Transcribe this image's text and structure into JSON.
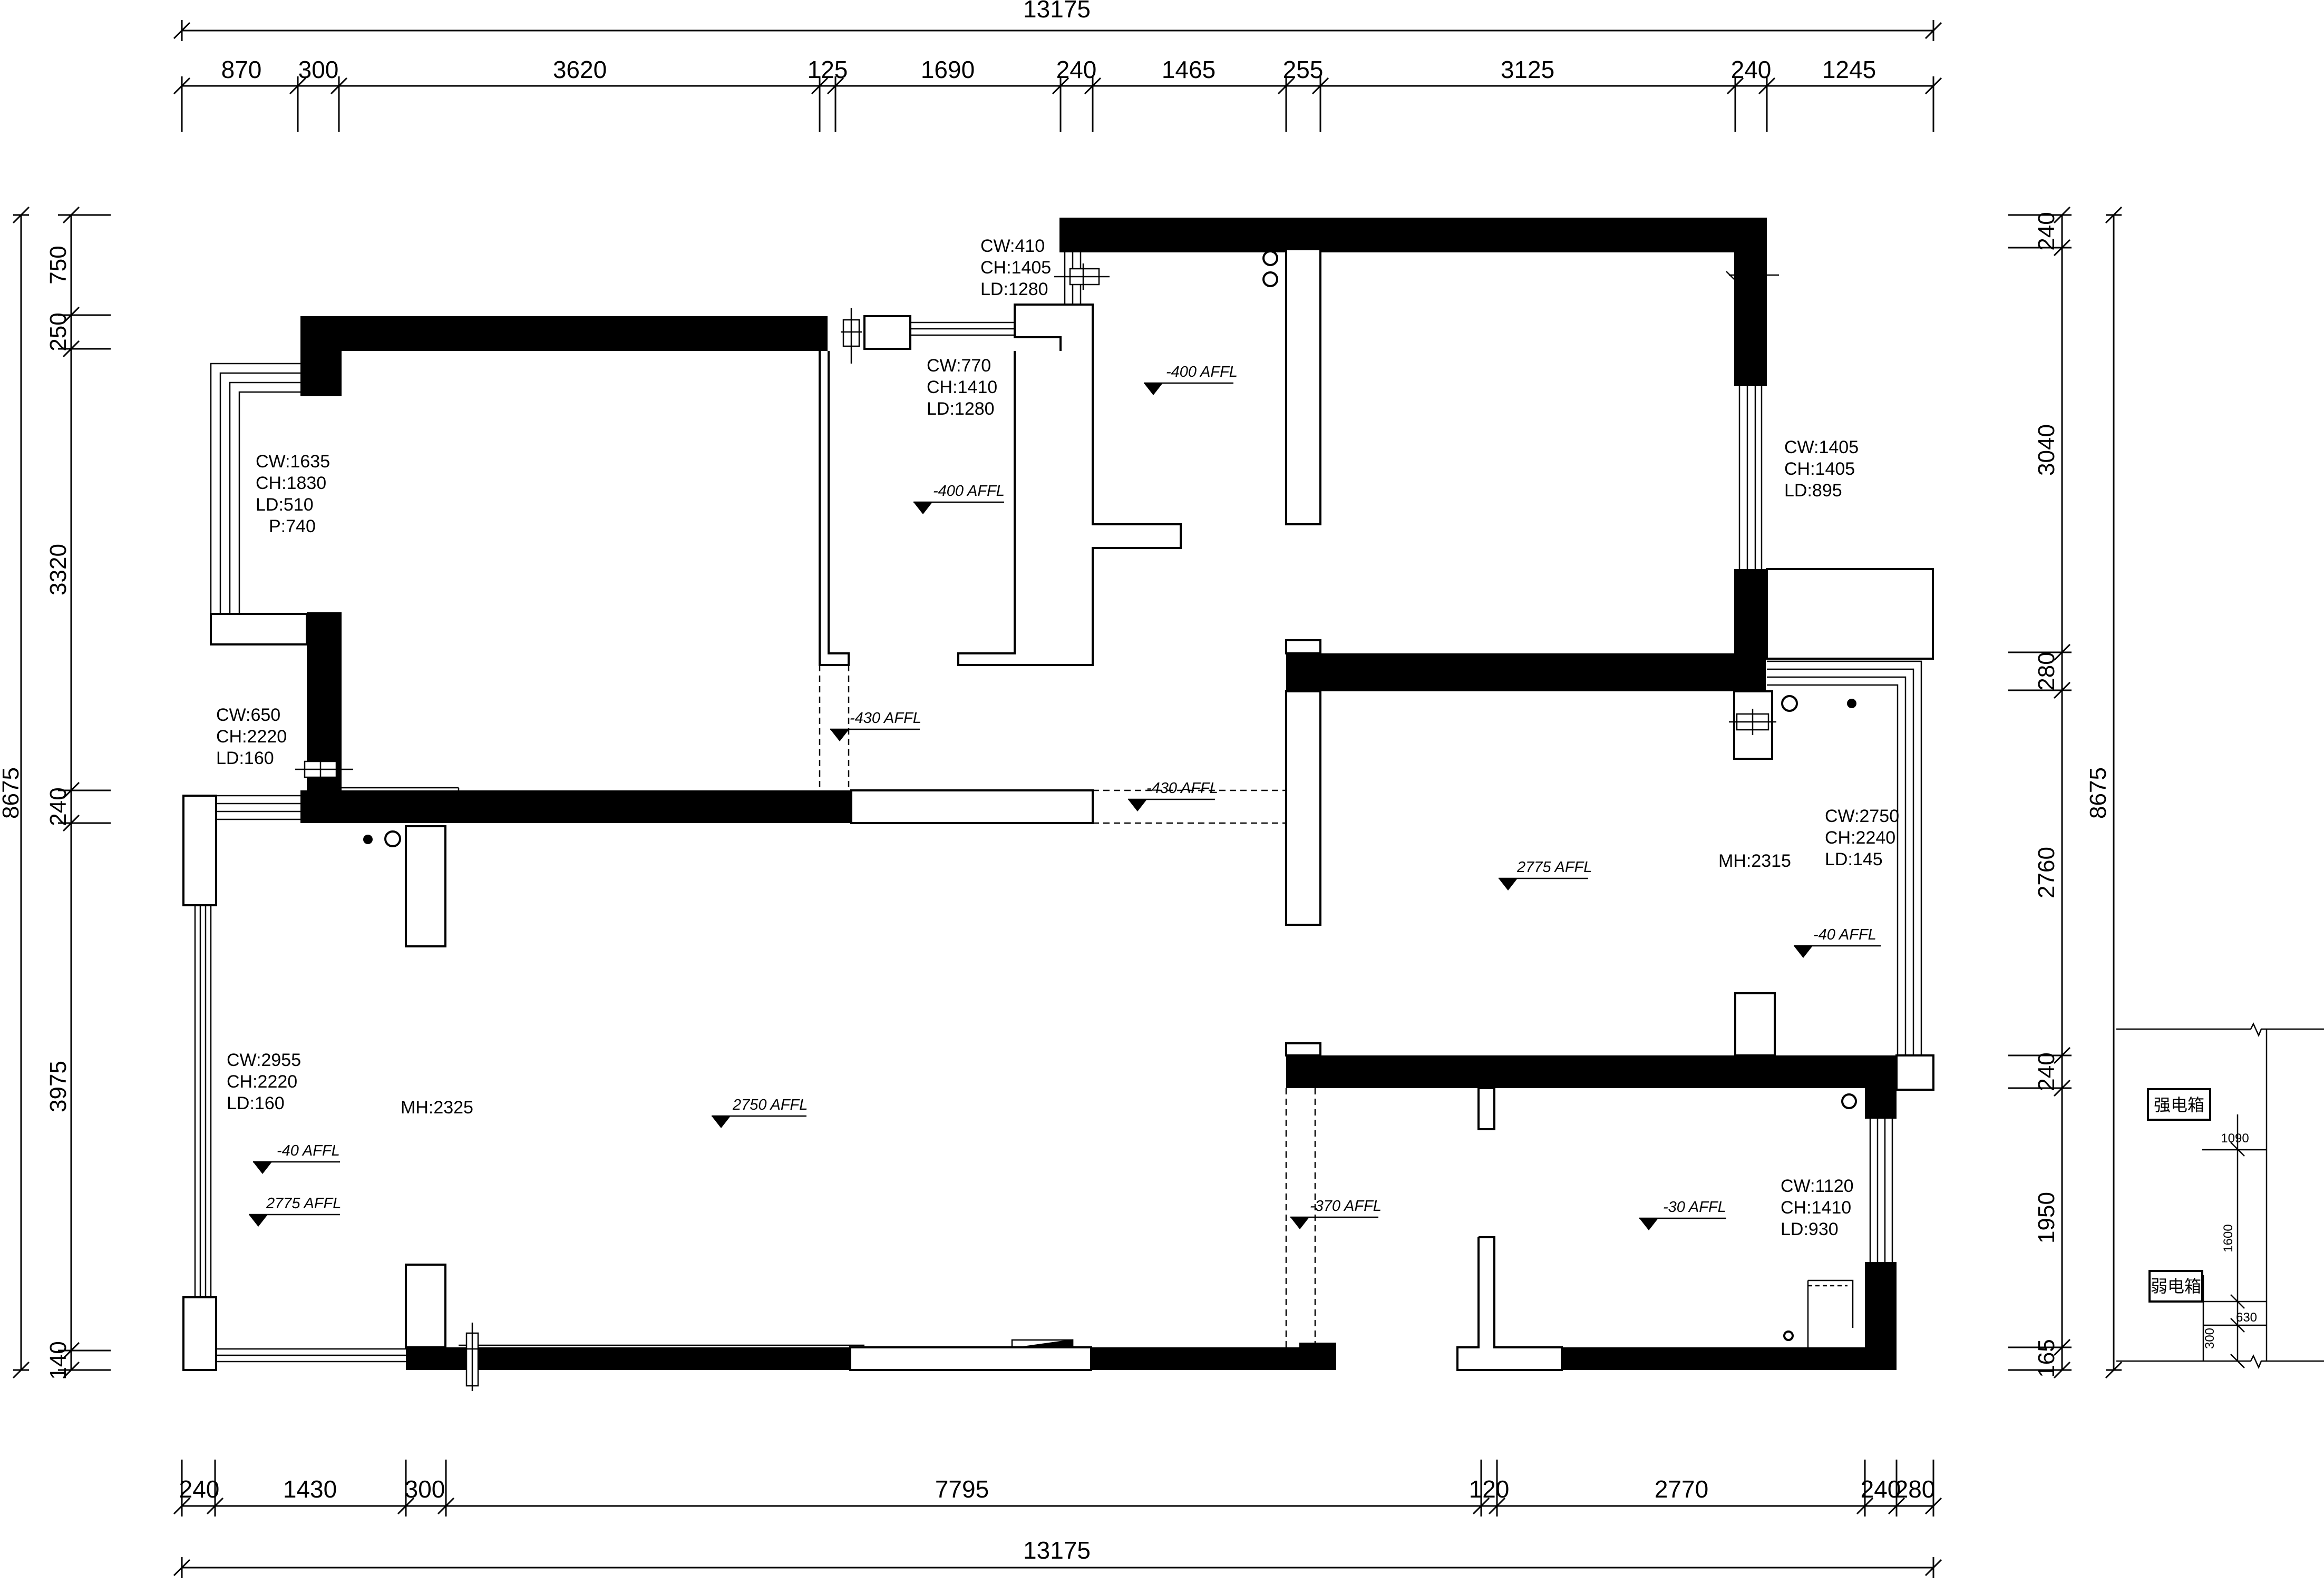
{
  "dims": {
    "top_total": "13175",
    "top_segments": [
      "870",
      "300",
      "3620",
      "125",
      "1690",
      "240",
      "1465",
      "255",
      "3125",
      "240",
      "1245"
    ],
    "bottom_total": "13175",
    "bottom_segments": [
      "240",
      "1430",
      "300",
      "7795",
      "120",
      "2770",
      "240",
      "280"
    ],
    "left_total": "8675",
    "left_segments": [
      "750",
      "250",
      "3320",
      "240",
      "3975",
      "140"
    ],
    "right_total": "8675",
    "right_segments": [
      "240",
      "3040",
      "280",
      "2760",
      "240",
      "1950",
      "165"
    ]
  },
  "openings": {
    "w_left_upper": [
      "CW:1635",
      "CH:1830",
      "LD:510",
      "P:740"
    ],
    "d_left_mid": [
      "CW:650",
      "CH:2220",
      "LD:160"
    ],
    "w_left_lower": [
      "CW:2955",
      "CH:2220",
      "LD:160"
    ],
    "w_top_mid": [
      "CW:770",
      "CH:1410",
      "LD:1280"
    ],
    "w_top_small": [
      "CW:410",
      "CH:1405",
      "LD:1280"
    ],
    "w_right_upper": [
      "CW:1405",
      "CH:1405",
      "LD:895"
    ],
    "w_right_mid": [
      "CW:2750",
      "CH:2240",
      "LD:145"
    ],
    "w_right_lower": [
      "CW:1120",
      "CH:1410",
      "LD:930"
    ]
  },
  "rooms": {
    "mh_left": "MH:2325",
    "mh_right": "MH:2315"
  },
  "levels": {
    "l1": "-400 AFFL",
    "l2": "-400 AFFL",
    "l3": "-430 AFFL",
    "l4": "-430 AFFL",
    "l5": "2775 AFFL",
    "l6": "-40 AFFL",
    "l7": "2750 AFFL",
    "l8": "-40 AFFL",
    "l9": "2775 AFFL",
    "l10": "-370 AFFL",
    "l11": "-30 AFFL"
  },
  "electrical": {
    "strong_box": "强电箱",
    "weak_box": "弱电箱",
    "d1": "1090",
    "d2": "1600",
    "d3": "630",
    "d4": "300"
  },
  "colors": {
    "wall": "#000000",
    "line": "#000000",
    "background": "#ffffff"
  }
}
